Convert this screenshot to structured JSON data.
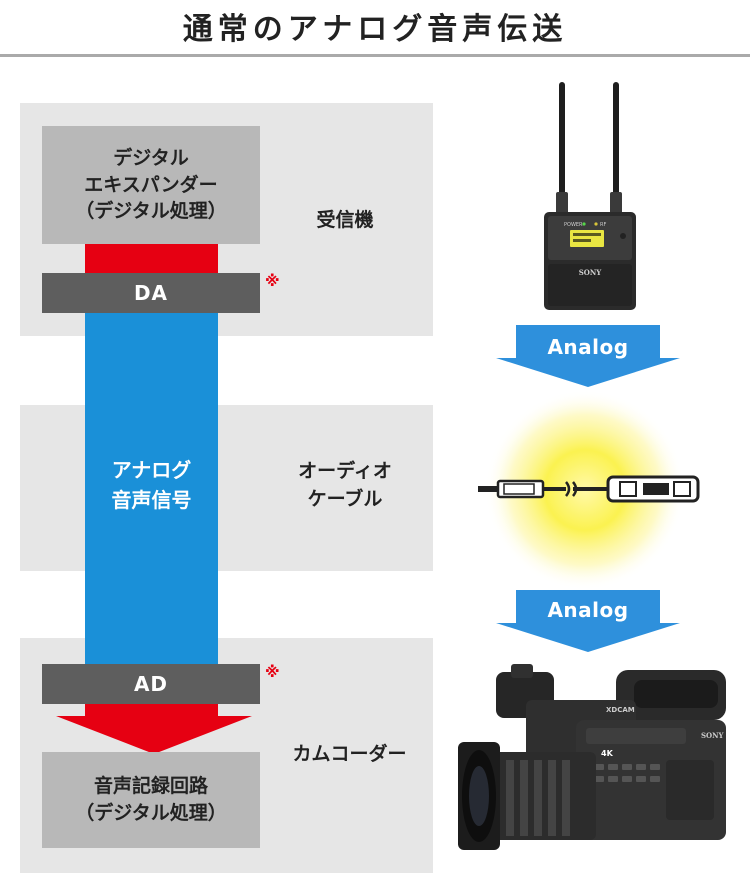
{
  "title": "通常のアナログ音声伝送",
  "sections": {
    "receiver": "受信機",
    "cable": "オーディオ\nケーブル",
    "camcorder": "カムコーダー"
  },
  "boxes": {
    "expander": "デジタル\nエキスパンダー\n（デジタル処理）",
    "recording": "音声記録回路\n（デジタル処理）"
  },
  "converters": {
    "da": "DA",
    "ad": "AD",
    "note_mark": "※"
  },
  "signal_label": "アナログ\n音声信号",
  "arrows": {
    "top": "Analog",
    "bottom": "Analog"
  },
  "receiver_device": {
    "brand": "SONY",
    "power_label": "POWER",
    "rf_label": "RF"
  },
  "camcorder_device": {
    "brand": "SONY",
    "model_badge": "XDCAM",
    "resolution_badge": "4K"
  },
  "colors": {
    "panel": "#e6e6e6",
    "box": "#b8b8b8",
    "converter": "#5e5e5e",
    "digital_red": "#e60012",
    "analog_blue": "#1a90d8",
    "arrow_blue": "#2e90dc"
  }
}
